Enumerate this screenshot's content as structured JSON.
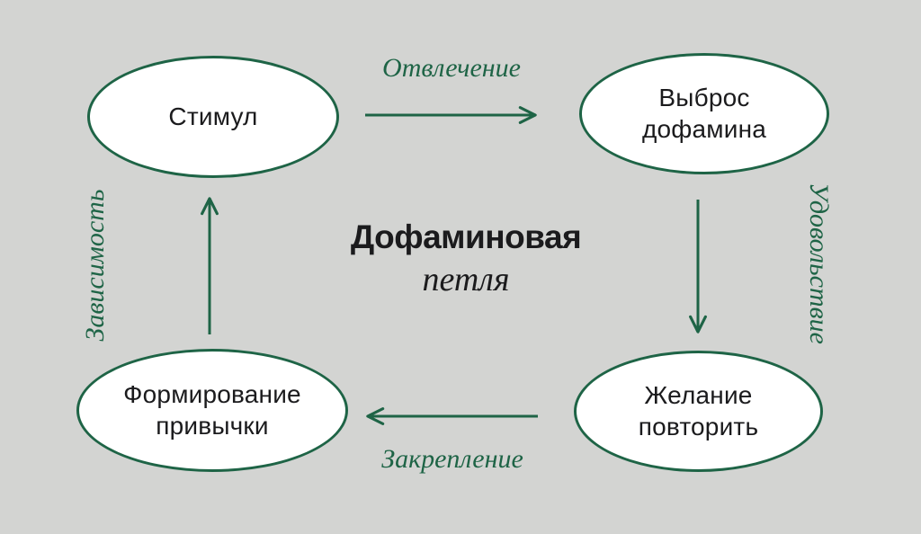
{
  "title": {
    "line1": "Дофаминовая",
    "line2": "петля"
  },
  "nodes": [
    {
      "id": "stimulus",
      "label": "Стимул"
    },
    {
      "id": "dopamine-release",
      "label": "Выброс\nдофамина"
    },
    {
      "id": "habit-formation",
      "label": "Формирование\nпривычки"
    },
    {
      "id": "desire-to-repeat",
      "label": "Желание\nповторить"
    }
  ],
  "edge_labels": {
    "top": "Отвлечение",
    "right": "Удовольствие",
    "bottom": "Закрепление",
    "left": "Зависимость"
  },
  "colors": {
    "background": "#d3d4d2",
    "node_fill": "#ffffff",
    "green": "#1e6446",
    "text": "#1b1b1d"
  }
}
